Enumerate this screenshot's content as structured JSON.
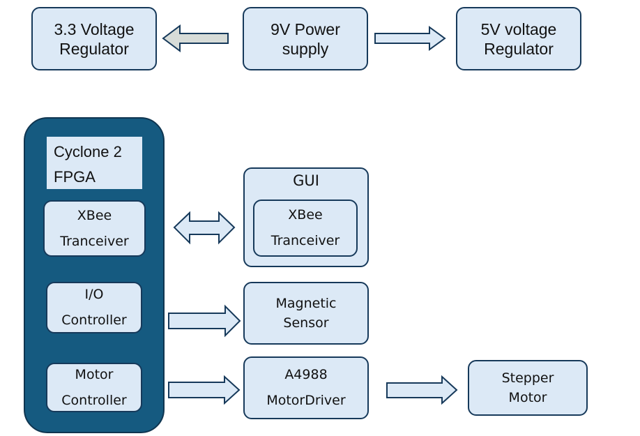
{
  "power": {
    "reg33": [
      "3.3 Voltage",
      "Regulator"
    ],
    "supply": [
      "9V Power",
      "supply"
    ],
    "reg5": [
      "5V voltage",
      "Regulator"
    ]
  },
  "fpga": {
    "title": [
      "Cyclone 2",
      "FPGA"
    ],
    "xbee": [
      "XBee",
      "Tranceiver"
    ],
    "io": [
      "I/O",
      "Controller"
    ],
    "motor": [
      "Motor",
      "Controller"
    ]
  },
  "gui": {
    "label": "GUI",
    "xbee": [
      "XBee",
      "Tranceiver"
    ]
  },
  "peripherals": {
    "sensor": [
      "Magnetic",
      "Sensor"
    ],
    "driver": [
      "A4988",
      "MotorDriver"
    ],
    "stepper": [
      "Stepper",
      "Motor"
    ]
  },
  "colors": {
    "box_fill": "#dce9f6",
    "box_border": "#16395a",
    "fpga_panel": "#155a80",
    "arrow_fill_light": "#dce9f6",
    "arrow_fill_grey": "#d7dcd8"
  }
}
